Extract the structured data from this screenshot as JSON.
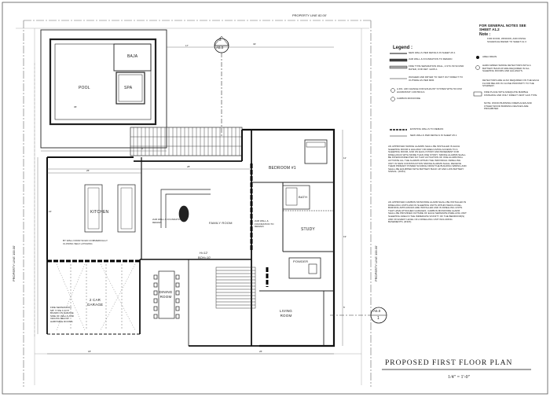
{
  "property_lines": {
    "top": "PROPERTY LINE 82.00'",
    "left": "PROPERTY LINE 100.00'",
    "right": "PROPERTY LINE 100.00'"
  },
  "rooms": {
    "baja": "BAJA",
    "pool": "POOL",
    "spa": "SPA",
    "bedroom": "BEDROOM #1",
    "bath": "BATH",
    "kitchen": "KITCHEN",
    "family_room": "FAMILY ROOM",
    "study": "STUDY",
    "powder": "POWDER",
    "dining_room": "DINING ROOM",
    "garage": "2 CAR GARAGE",
    "living_room": "LIVING ROOM"
  },
  "ceiling_tag": [
    "H=12'",
    "BOH=10'"
  ],
  "section_markers": {
    "top": {
      "number": "2",
      "sheet": "A5.0"
    },
    "right": {
      "number": "1",
      "sheet": "A5.0"
    }
  },
  "general_notes": {
    "heading": "FOR GENERAL NOTES SEE SHEET A1.2",
    "note_label": "Note :",
    "note_text": "FOR DOOR, WINDOW, AND FINISH SCHEDULE REFER TO SHEET A1.3"
  },
  "legend": {
    "title": "Legend :",
    "items": [
      "NEW WALLS PER DETAILS IN SHEET A5.1",
      "2HR WALL & FOUNDATION TO REMAIN",
      "FIRE TYPE SEPARATION WALL, A STC-50 SOUND RATED, FOR DET. 12/A5-1",
      "WASHER AND DRYER TO VENT OUT DIRECT TO OUTSIDE AS PER MFR.",
      "A 4IN. AIR CHANGE FOR EXHAUST SYSTEM WITH 50 CFM HUMIDISTAT CONTROLS",
      "CARBON MONOXIDE"
    ],
    "right_items": [
      "AREA DRAIN",
      "HARD-WIRED SMOKE DETECTORS WITH A BATTERY BACKUP ARE REQUIRED IN ALL SLEEPING ROOMS AND HALLWAYS.",
      "DETECTORS ARE ALSO REQUIRED ON THE EACH FLOOR BELOW IN CLOSE PROXIMITY TO THE STAIRWAY.",
      "FIRE PLACE WITH ADEQUATE MARBLE FINISHING AND ONLY DIRECT VENT GAS TYPE",
      "NOTE: WOOD BURNING FIREPLACES AND OTHER WOOD BURNING DEVICES ARE PROHIBITED"
    ]
  },
  "second_legend": [
    "EXISTING WALLS TO REMAIN",
    "NEW WALLS PER DETAILS IN SHEET A5.1"
  ],
  "code_notes": [
    "AN APPROVED SMOKE ALARMS SHALL BE INSTALLED IN EACH SLEEPING ROOM & HALLWAY OR AREA GIVING ACCESS TO A SLEEPING ROOM, AND ON EACH STORY AND BASEMENT FOR DWELLINGS WITH MORE THAN ONE STORY. SMOKE ALARMS SHALL BE INTERCONNECTED SO THAT ACTUATION OF ONE ALARM WILL ACTIVATE ALL THE ALARMS WITHIN THE INDIVIDUAL DWELLING UNIT. IN NEW CONSTRUCTION SMOKE ALARMS SHALL RECEIVE THEIR PRIMARY POWER SOURCE FROM THE BUILDING WIRING AND SHALL BE EQUIPPED WITH BATTERY BACK UP AND LOW BATTERY SIGNAL. (R314)",
    "AN APPROVED CARBON MONOXIDE ALARM SHALL BE INSTALLED IN DWELLING UNITS AND IN SLEEPING UNITS WITHIN WHICH FUEL-BURNING APPLIANCES ARE INSTALLED AND IN DWELLING UNITS THAT HAVE ATTACHED GARAGES. CARBON MONOXIDE ALARM SHALL BE PROVIDED OUTSIDE OF EACH SEPARATE DWELLING UNIT SLEEPING AREA IN THE IMMEDIATE VICINITY OF THE BEDROOM(S) AND ON EVERY LEVEL OF A DWELLING UNIT INCLUDING BASEMENTS. (R315)"
  ],
  "plan_notes": {
    "wall_note_left": "BY WALL DOOR SOLID COMMERCIALLY CLOSING SELF LATCHING",
    "wall_note_mid": "2HR WALL & FOUNDATION TO REMAIN",
    "wall_note_right": "2HR WALL & FOUNDATION TO REMAIN",
    "garage_note": "FIRE SEPARATION 5/8\" TYPE X GYP BOARD ON GARAGE SIDE OF WALLS AND CEILING BELOW HABITABLE ROOMS"
  },
  "dimensions": {
    "top_32": "32'",
    "top_17": "17'",
    "d_9": "9'",
    "d_36": "36'",
    "d_28": "28'",
    "d_25": "25'",
    "d_21": "21'",
    "d_18": "18'",
    "d_12": "12'",
    "d_19": "19'",
    "d_5": "5'",
    "d_26": "26'"
  },
  "title_block": {
    "title": "PROPOSED FIRST FLOOR PLAN",
    "scale": "1/4\" = 1'-0\""
  }
}
